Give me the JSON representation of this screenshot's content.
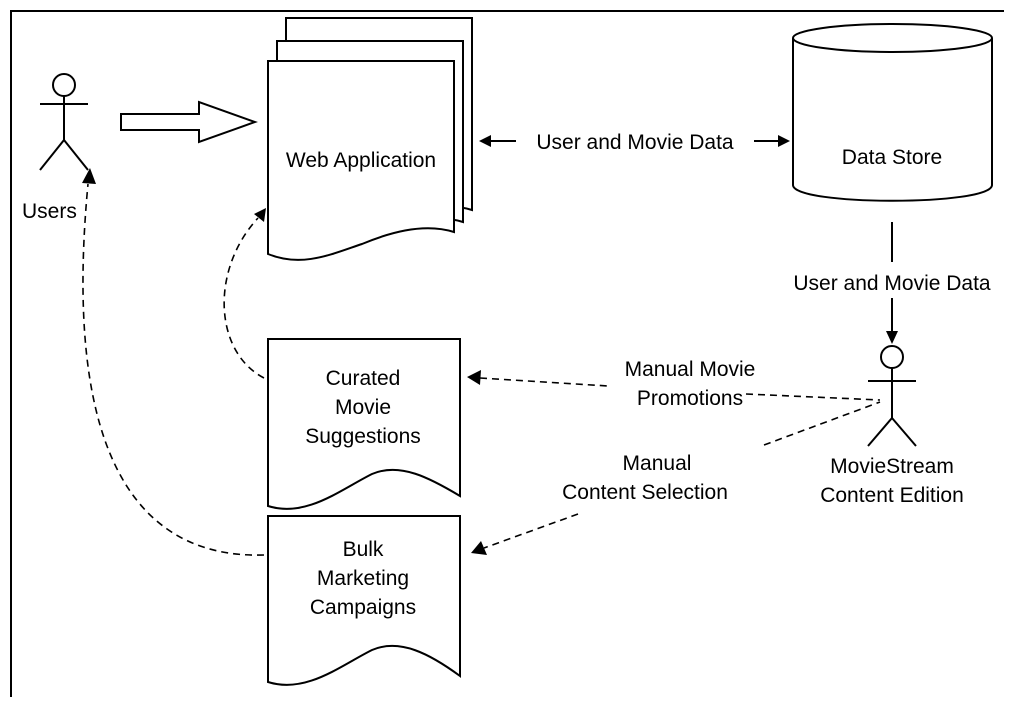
{
  "nodes": {
    "users": "Users",
    "web_app": "Web Application",
    "data_store": "Data Store",
    "curated": [
      "Curated",
      "Movie",
      "Suggestions"
    ],
    "bulk": [
      "Bulk",
      "Marketing",
      "Campaigns"
    ],
    "editor": [
      "MovieStream",
      "Content Edition"
    ]
  },
  "edges": {
    "web_store": "User and Movie Data",
    "store_editor": "User and Movie Data",
    "promotions": [
      "Manual Movie",
      "Promotions"
    ],
    "selection": [
      "Manual",
      "Content Selection"
    ]
  }
}
